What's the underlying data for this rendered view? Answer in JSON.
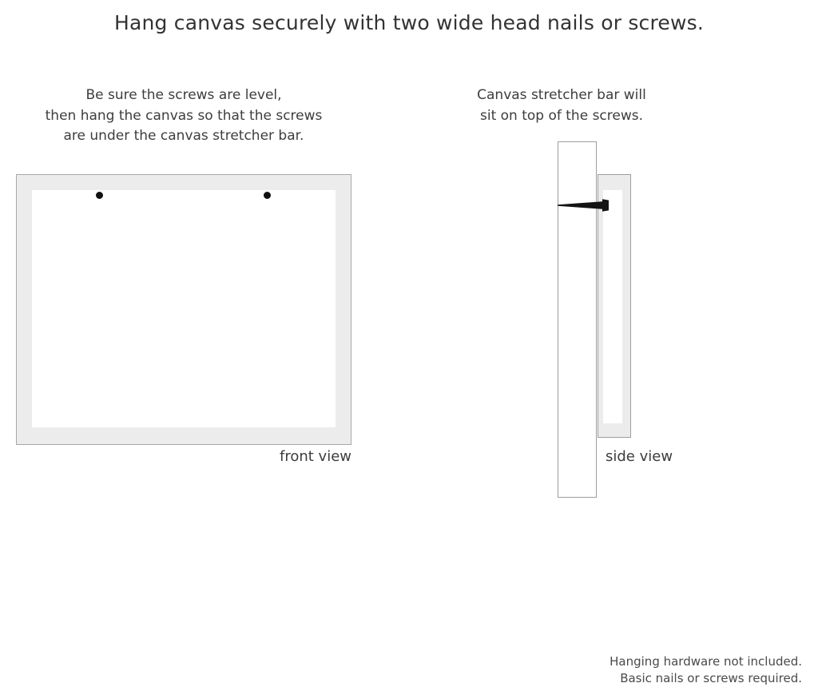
{
  "page": {
    "title": "Hang canvas securely with two wide head nails or screws.",
    "background_color": "#ffffff",
    "text_color": "#3b3b3b"
  },
  "front_panel": {
    "caption": {
      "line1": "Be sure the screws are level,",
      "line2": "then hang the canvas so that the screws",
      "line3": "are under the canvas stretcher bar."
    },
    "view_label": "front view",
    "diagram": {
      "frame_fill": "#ececec",
      "frame_border": "#a8a8a8",
      "inner_fill": "#ffffff",
      "screw_color": "#111111",
      "screw_count": 2
    }
  },
  "side_panel": {
    "caption": {
      "line1": "Canvas stretcher bar will",
      "line2": "sit on top of the screws."
    },
    "view_label": "side view",
    "diagram": {
      "wall_fill": "#ffffff",
      "wall_border": "#9d9d9d",
      "canvas_fill": "#ececec",
      "canvas_inner_fill": "#ffffff",
      "screw_color": "#1a1a1a"
    }
  },
  "footer": {
    "line1": "Hanging hardware not included.",
    "line2": "Basic nails or screws required."
  }
}
